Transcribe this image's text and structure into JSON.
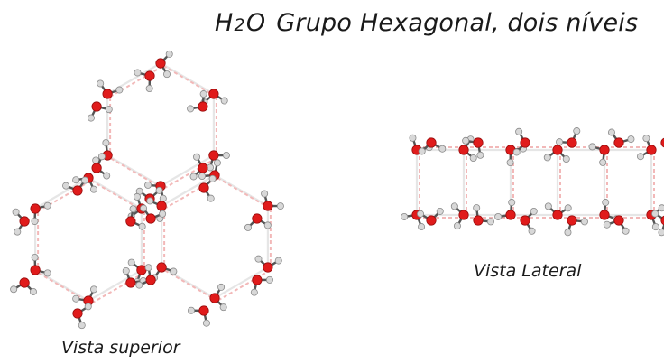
{
  "diagram": {
    "title": {
      "formula_main": "H",
      "formula_sub": "2",
      "formula_end": "O",
      "text": "Grupo Hexagonal, dois níveis"
    },
    "captions": {
      "top_view": "Vista superior",
      "side_view": "Vista Lateral"
    },
    "colors": {
      "oxygen": "#e01b1b",
      "hydrogen": "#d8d8d8",
      "covalent_bond": "#555555",
      "hydrogen_bond": "#f2b8b8"
    },
    "icons": [
      "water-molecule-icon"
    ]
  }
}
